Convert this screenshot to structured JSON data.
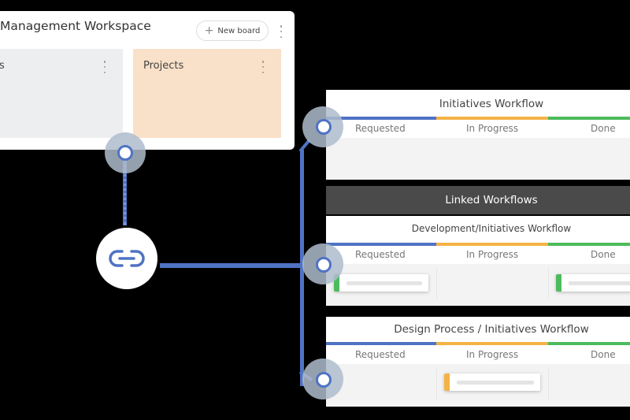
{
  "workspace": {
    "title": "Management Workspace",
    "new_board_label": "New board",
    "boards": [
      {
        "label": "Rs",
        "color": "#eceef0"
      },
      {
        "label": "Projects",
        "color": "#f9e0c8"
      }
    ]
  },
  "workflows": {
    "columns": [
      "Requested",
      "In Progress",
      "Done"
    ],
    "status_colors": {
      "requested": "#4f73c4",
      "in_progress": "#f4b247",
      "done": "#4cbb5c"
    },
    "initiatives": {
      "title": "Initiatives Workflow"
    },
    "linked_header": "Linked Workflows",
    "development": {
      "title": "Development/Initiatives Workflow"
    },
    "design": {
      "title": "Design Process / Initiatives Workflow"
    }
  },
  "icons": {
    "link": "link-icon",
    "plus": "plus-icon",
    "more": "kebab-icon"
  },
  "colors": {
    "connector": "#4f73c4",
    "background": "#000000"
  }
}
